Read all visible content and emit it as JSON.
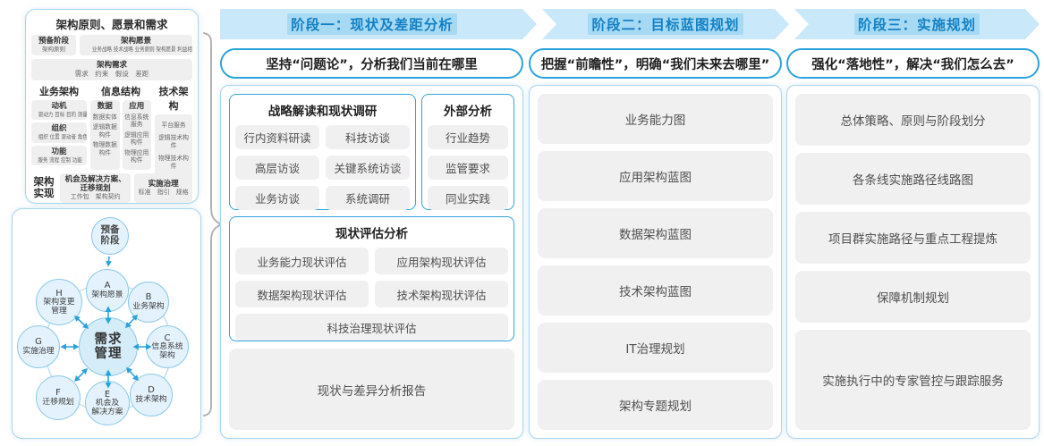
{
  "colors": {
    "band_bg": "#c9e8fa",
    "band_text": "#1480c4",
    "accent_blue": "#29a3dc",
    "panel_border": "#abd5ee",
    "item_bg": "#f0f0f0",
    "circle_fill": "#e3f2fc",
    "circle_border": "#8cc8e9",
    "brace_gray": "#b3b3b3"
  },
  "left_top": {
    "title": "架构原则、愿景和需求",
    "prep": {
      "title": "预备阶段",
      "sub": "架构原则"
    },
    "vision": {
      "title": "架构愿景",
      "items": "业务战略 技术战略 业务原则 架构愿景 利益相关者"
    },
    "requirements": {
      "title": "架构需求",
      "items": "需求　约束　假设　差距"
    },
    "business": {
      "header": "业务架构",
      "boxes": [
        {
          "title": "动机",
          "items": "驱动力 目标 目的 测量"
        },
        {
          "title": "组织",
          "items": "组织 位置 驱动者 角色"
        },
        {
          "title": "功能",
          "items": "服务 流程 控制 功能"
        }
      ]
    },
    "information": {
      "header": "信息结构",
      "data": {
        "title": "数据",
        "items": [
          "数据实体",
          "逻辑数据构件",
          "物理数据构件"
        ]
      },
      "application": {
        "title": "应用",
        "items": [
          "信息系统服务",
          "逻辑应用构件",
          "物理应用构件"
        ]
      }
    },
    "technology": {
      "header": "技术架构",
      "items": [
        "平台服务",
        "逻辑技术构件",
        "物理技术构件"
      ]
    },
    "realization": {
      "label": "架构实现",
      "boxes": [
        {
          "title": "机会及解决方案、迁移规划",
          "items": "工作包　架构契约"
        },
        {
          "title": "实施治理",
          "items": "标准　指引　规格"
        }
      ]
    }
  },
  "adm": {
    "prep_lines": [
      "预备",
      "阶段"
    ],
    "center_lines": [
      "需求",
      "管理"
    ],
    "nodes": [
      {
        "letter": "A",
        "lines": [
          "架构愿景"
        ]
      },
      {
        "letter": "B",
        "lines": [
          "业务架构"
        ]
      },
      {
        "letter": "C",
        "lines": [
          "信息系统",
          "架构"
        ]
      },
      {
        "letter": "D",
        "lines": [
          "技术架构"
        ]
      },
      {
        "letter": "E",
        "lines": [
          "机会及",
          "解决方案"
        ]
      },
      {
        "letter": "F",
        "lines": [
          "迁移规划"
        ]
      },
      {
        "letter": "G",
        "lines": [
          "实施治理"
        ]
      },
      {
        "letter": "H",
        "lines": [
          "架构变更",
          "管理"
        ]
      }
    ]
  },
  "phase1": {
    "header": "阶段一：现状及差距分析",
    "subtitle": "坚持“问题论”，分析我们当前在哪里",
    "strategy": {
      "title": "战略解读和现状调研",
      "items": [
        "行内资料研读",
        "科技访谈",
        "高层访谈",
        "关键系统访谈",
        "业务访谈",
        "系统调研"
      ]
    },
    "external": {
      "title": "外部分析",
      "items": [
        "行业趋势",
        "监管要求",
        "同业实践"
      ]
    },
    "assessment": {
      "title": "现状评估分析",
      "items": [
        "业务能力现状评估",
        "应用架构现状评估",
        "数据架构现状评估",
        "技术架构现状评估"
      ],
      "full": "科技治理现状评估"
    },
    "report": "现状与差异分析报告"
  },
  "phase2": {
    "header": "阶段二：目标蓝图规划",
    "subtitle": "把握“前瞻性”，明确“我们未来去哪里”",
    "items": [
      "业务能力图",
      "应用架构蓝图",
      "数据架构蓝图",
      "技术架构蓝图",
      "IT治理规划",
      "架构专题规划"
    ]
  },
  "phase3": {
    "header": "阶段三：实施规划",
    "subtitle": "强化“落地性”，解决“我们怎么去”",
    "items": [
      "总体策略、原则与阶段划分",
      "各条线实施路径线路图",
      "项目群实施路径与重点工程提炼",
      "保障机制规划",
      "实施执行中的专家管控与跟踪服务"
    ]
  }
}
